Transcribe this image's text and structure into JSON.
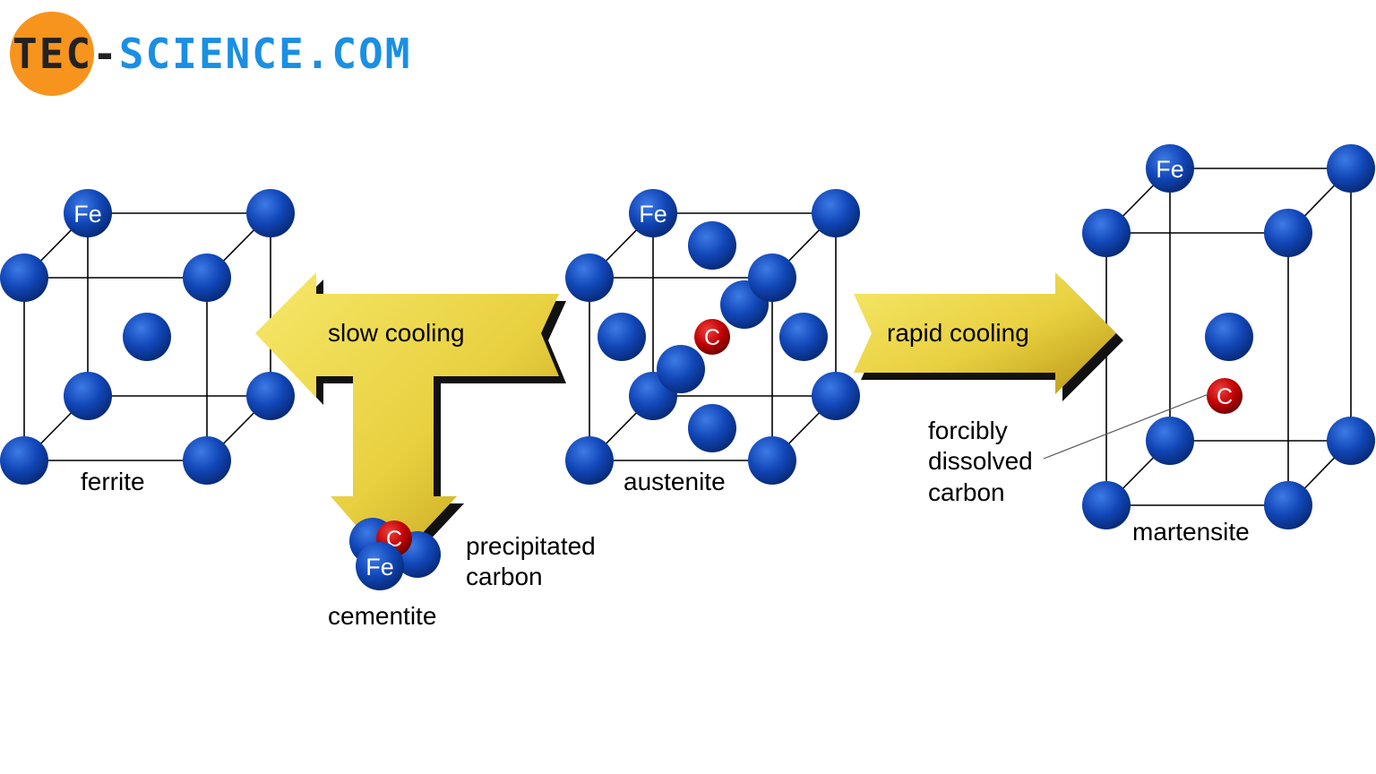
{
  "logo": {
    "part_dark": "TEC-",
    "part_blue": "SCIENCE",
    "part_com": ".COM",
    "circle_color": "#F7941D",
    "dark_color": "#222222",
    "blue_color": "#1A8FE3"
  },
  "colors": {
    "fe_atom": "#1247B8",
    "c_atom": "#C00000",
    "arrow_fill": "#E8D040",
    "arrow_shadow": "#111111"
  },
  "structures": {
    "ferrite": {
      "name": "ferrite",
      "fe_label": "Fe"
    },
    "austenite": {
      "name": "austenite",
      "fe_label": "Fe",
      "c_label": "C"
    },
    "martensite": {
      "name": "martensite",
      "fe_label": "Fe",
      "c_label": "C"
    },
    "cementite": {
      "name": "cementite",
      "fe_label": "Fe",
      "c_label": "C"
    }
  },
  "arrows": {
    "slow": "slow cooling",
    "rapid": "rapid cooling"
  },
  "annotations": {
    "precipitated_line1": "precipitated",
    "precipitated_line2": "carbon",
    "forcibly_line1": "forcibly",
    "forcibly_line2": "dissolved",
    "forcibly_line3": "carbon"
  }
}
